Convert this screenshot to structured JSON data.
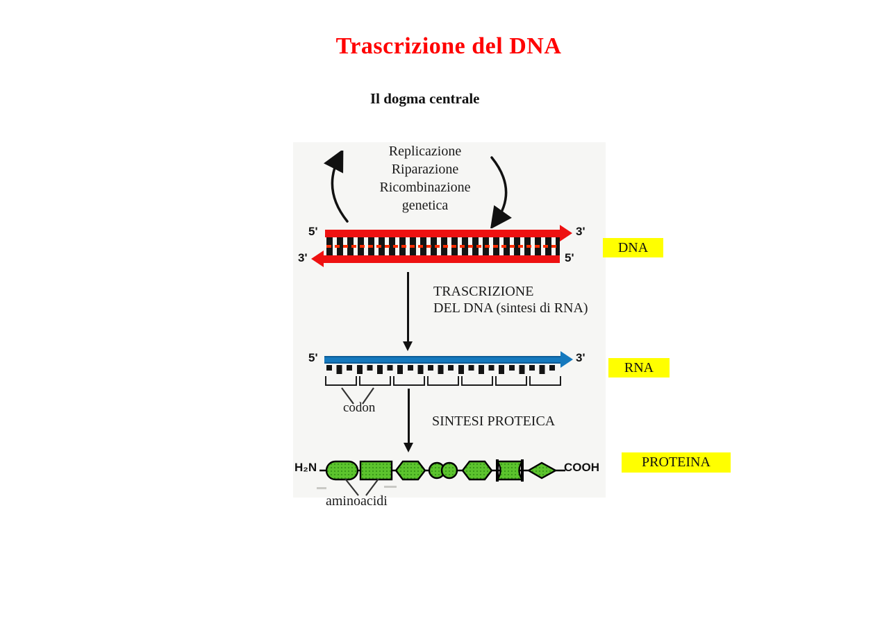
{
  "page": {
    "title": "Trascrizione del DNA",
    "subtitle": "Il dogma centrale"
  },
  "figure": {
    "cycle": {
      "labels": [
        "Replicazione",
        "Riparazione",
        "Ricombinazione",
        "genetica"
      ]
    },
    "dna": {
      "strand_top_left": "5'",
      "strand_top_right": "3'",
      "strand_bottom_left": "3'",
      "strand_bottom_right": "5'",
      "tag": "DNA"
    },
    "transcription": {
      "caption_line1": "TRASCRIZIONE",
      "caption_line2": "DEL DNA (sintesi di RNA)"
    },
    "rna": {
      "strand_left": "5'",
      "strand_right": "3'",
      "tag": "RNA",
      "codon_label": "codon"
    },
    "protein_synthesis": {
      "caption": "SINTESI PROTEICA"
    },
    "protein": {
      "amino_terminus": "H₂N",
      "carboxy_terminus": "COOH",
      "tag": "PROTEINA",
      "aminoacids_label": "aminoacidi"
    }
  },
  "colors": {
    "title_red": "#ff0000",
    "dna_red": "#ee1111",
    "rna_blue": "#1579be",
    "protein_green": "#5cc32d",
    "highlight_yellow": "#ffff00",
    "scan_background": "#f6f6f4"
  }
}
